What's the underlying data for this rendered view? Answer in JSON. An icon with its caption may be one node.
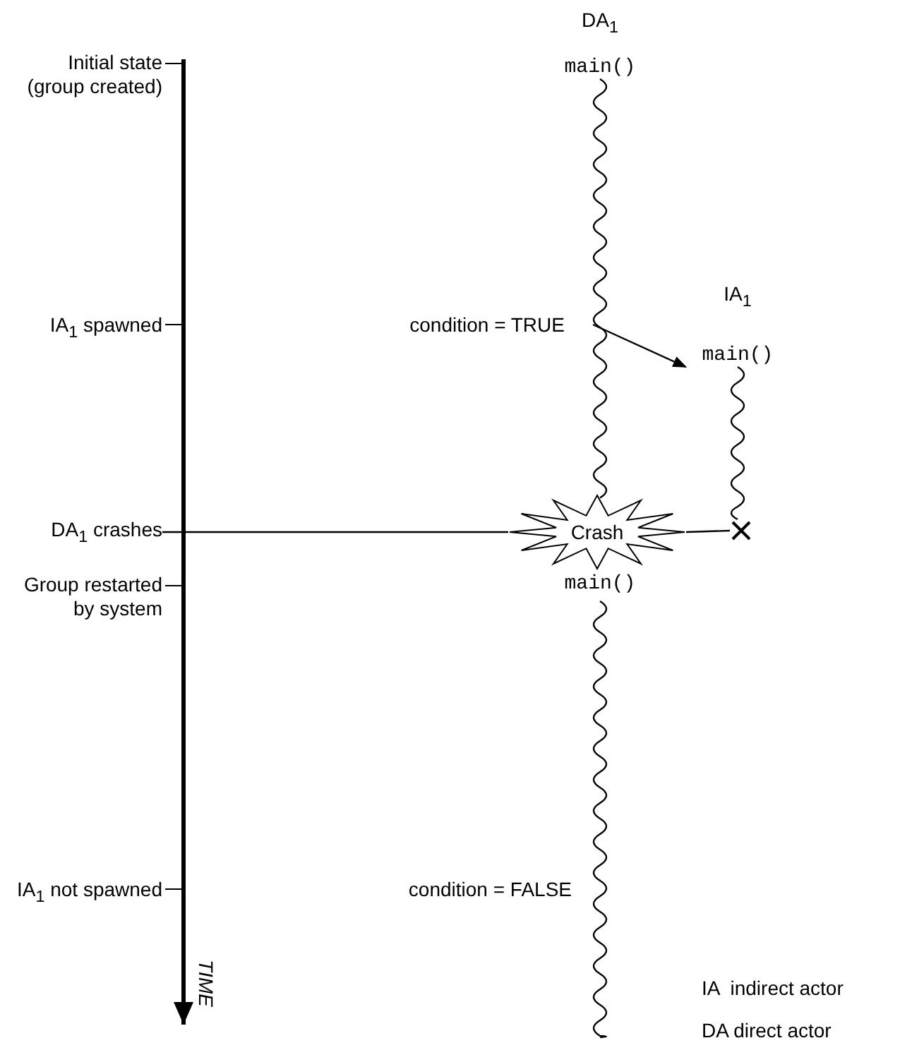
{
  "diagram": {
    "nodes": [
      {
        "text": [
          "DA$_{1}$",
          "main()"
        ]
      },
      {
        "text": [
          "IA$_{1}$",
          "main()"
        ]
      },
      {
        "text": [
          "Crash"
        ]
      },
      {
        "text": [],
        "shape": "cross"
      },
      {
        "text": [
          "DA$_{1}$ crashes"
        ]
      },
      {
        "text": [
          "main()"
        ]
      }
    ],
    "edges": [
      {
        "from": 0,
        "to": 2,
        "arrow": "none"
      },
      {
        "from": 1,
        "to": 3,
        "arrow": "none"
      },
      {
        "from": 5,
        "to": null,
        "arrow": "none"
      },
      {
        "from": null,
        "to": 1,
        "arrow": "to"
      },
      {
        "from": 4,
        "to": 2,
        "arrow": "none"
      },
      {
        "from": 2,
        "to": 3,
        "arrow": "none"
      }
    ],
    "labels": [
      "Initial state (group created)",
      "IA$_{1}$ spawned",
      "Group restarted by system",
      "IA$_{1}$ not spawned",
      "condition = TRUE",
      "condition = FALSE",
      "TIME",
      "IA  indirect actor",
      "DA direct actor"
    ]
  }
}
